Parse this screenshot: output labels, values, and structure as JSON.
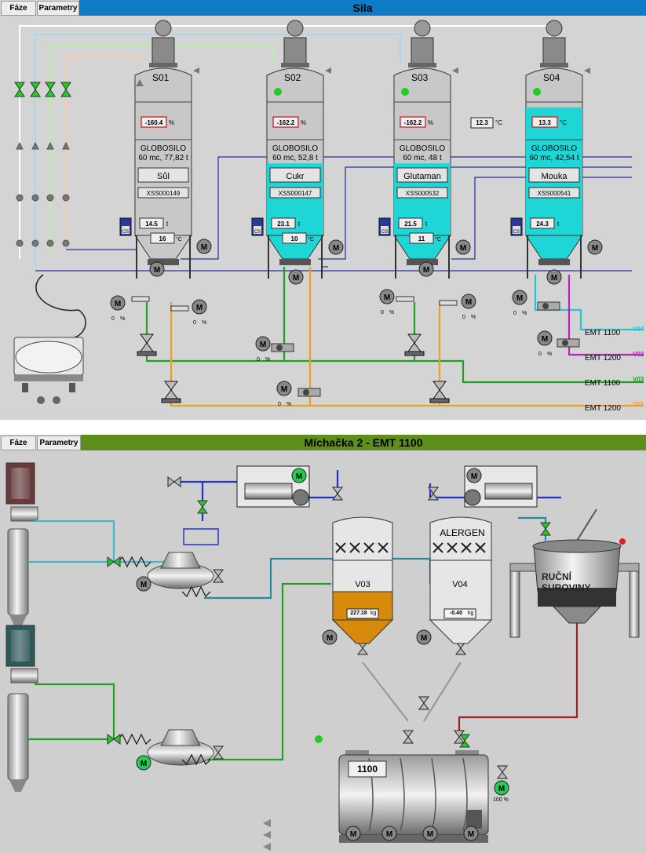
{
  "panel1": {
    "tabs": [
      "Fáze",
      "Parametry"
    ],
    "title": "Sila",
    "title_color": "#0f7cc8",
    "silos": [
      {
        "id": "S01",
        "percent": "-160.4",
        "percent_unit": "%",
        "type": "GLOBOSILO",
        "capacity": "60 mc, 77,82 t",
        "material": "Sůl",
        "code": "XSS000149",
        "weight": "14.5",
        "weight_unit": "t",
        "temp": "16",
        "temp_unit": "°C",
        "fill": 0.0,
        "cs": "CS"
      },
      {
        "id": "S02",
        "percent": "-162.2",
        "percent_unit": "%",
        "type": "GLOBOSILO",
        "capacity": "60 mc, 52,8 t",
        "material": "Cukr",
        "code": "XSS000147",
        "weight": "23.1",
        "weight_unit": "t",
        "temp": "10",
        "temp_unit": "°C",
        "fill": 0.45,
        "cs": "CS"
      },
      {
        "id": "S03",
        "percent": "-162.2",
        "percent_unit": "%",
        "type": "GLOBOSILO",
        "capacity": "60 mc, 48 t",
        "material": "Glutaman",
        "code": "XSS000532",
        "weight": "21.5",
        "weight_unit": "t",
        "temp": "11",
        "temp_unit": "°C",
        "fill": 0.45,
        "cs": "CS"
      },
      {
        "id": "S04",
        "percent": "13.3",
        "percent_unit": "°C",
        "type": "GLOBOSILO",
        "capacity": "60 mc, 42,54 t",
        "material": "Mouka",
        "code": "XSS000541",
        "weight": "24.3",
        "weight_unit": "t",
        "temp": "",
        "temp_unit": "",
        "fill": 0.8,
        "cs": "CS"
      }
    ],
    "ambient": {
      "value": "12.3",
      "unit": "°C"
    },
    "motor_label": "M",
    "motor_pct": [
      "0",
      "%"
    ],
    "lines": [
      {
        "label": "EMT 1100",
        "tag": "V04",
        "color": "#22c8d0"
      },
      {
        "label": "EMT 1200",
        "tag": "V02",
        "color": "#c020c0"
      },
      {
        "label": "EMT 1100",
        "tag": "V03",
        "color": "#22a022"
      },
      {
        "label": "EMT 1200",
        "tag": "V01",
        "color": "#f0a020"
      }
    ]
  },
  "panel2": {
    "tabs": [
      "Fáze",
      "Parametry"
    ],
    "title": "Míchačka 2 - EMT 1100",
    "title_color": "#5e8f1a",
    "v03": {
      "label": "V03",
      "weight": "227.18",
      "unit": "kg"
    },
    "v04": {
      "label": "V04",
      "weight": "-0.40",
      "unit": "kg",
      "badge": "ALERGEN"
    },
    "manual": {
      "line1": "RUČNÍ",
      "line2": "SUROVINY"
    },
    "mixer": {
      "label": "1100",
      "speed": "100 %"
    },
    "motor_label": "M"
  }
}
